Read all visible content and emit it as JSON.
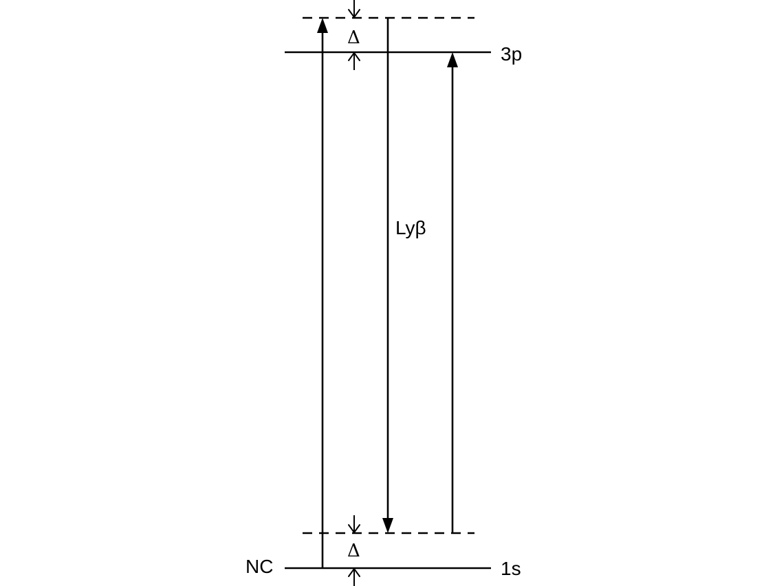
{
  "levels": {
    "upper": {
      "label": "3p"
    },
    "lower": {
      "label": "1s"
    },
    "lower_left": {
      "label": "NC"
    }
  },
  "transition": {
    "label": "Lyβ"
  },
  "offsets": {
    "top_label": "Δ",
    "bottom_label": "Δ"
  },
  "colors": {
    "line": "#000000",
    "background": "#ffffff"
  }
}
